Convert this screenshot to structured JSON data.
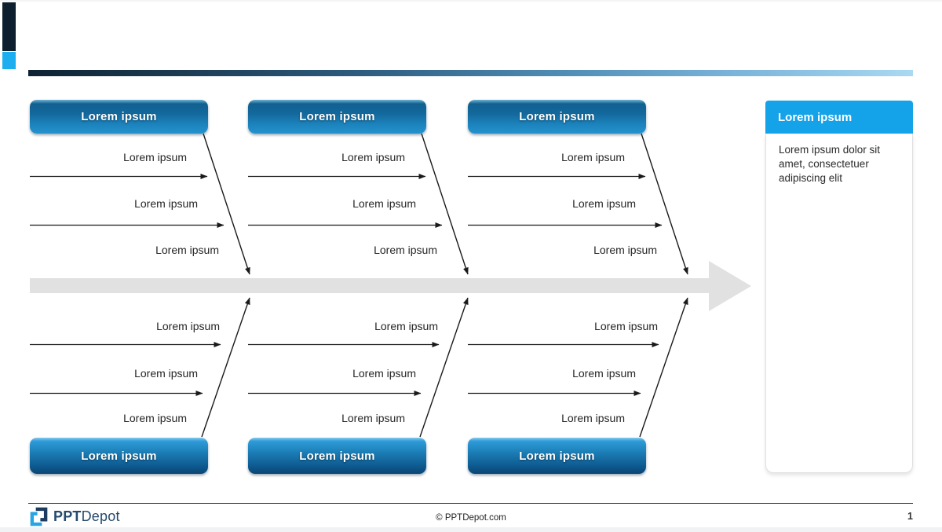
{
  "page_number": "1",
  "note_panel": {
    "title": "Lorem ipsum",
    "body": "Lorem ipsum dolor sit amet, consectetuer adipiscing elit"
  },
  "fishbone": {
    "type": "ishikawa-fishbone",
    "spine_direction": "right",
    "top_branches": [
      {
        "title": "Lorem ipsum",
        "causes": [
          "Lorem ipsum",
          "Lorem ipsum",
          "Lorem ipsum"
        ]
      },
      {
        "title": "Lorem ipsum",
        "causes": [
          "Lorem ipsum",
          "Lorem ipsum",
          "Lorem ipsum"
        ]
      },
      {
        "title": "Lorem ipsum",
        "causes": [
          "Lorem ipsum",
          "Lorem ipsum",
          "Lorem ipsum"
        ]
      }
    ],
    "bottom_branches": [
      {
        "title": "Lorem ipsum",
        "causes": [
          "Lorem ipsum",
          "Lorem ipsum",
          "Lorem ipsum"
        ]
      },
      {
        "title": "Lorem ipsum",
        "causes": [
          "Lorem ipsum",
          "Lorem ipsum",
          "Lorem ipsum"
        ]
      },
      {
        "title": "Lorem ipsum",
        "causes": [
          "Lorem ipsum",
          "Lorem ipsum",
          "Lorem ipsum"
        ]
      }
    ]
  },
  "footer": {
    "brand_bold": "PPT",
    "brand_rest": "Depot",
    "copyright": "© PPTDepot.com"
  },
  "colors": {
    "branch_box_blue_dark": "#0f5f93",
    "branch_box_blue_bright": "#2392cd",
    "panel_header_blue": "#14a2e8",
    "spine_gray": "#e1e1e1",
    "accent_navy": "#0d1f2e",
    "accent_cyan": "#1daeef",
    "line_black": "#1a1a1a",
    "brand_text_navy": "#254a6e"
  }
}
